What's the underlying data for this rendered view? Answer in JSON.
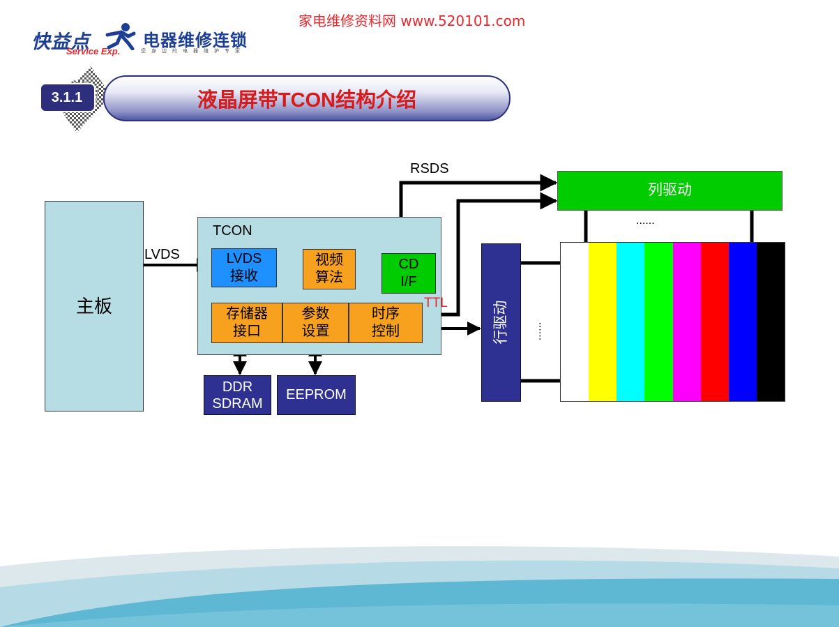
{
  "header": {
    "watermark": "家电维修资料网   www.520101.com",
    "logo_brand": "快益点",
    "logo_en": "Service Exp.",
    "logo_cn": "电器维修连锁",
    "logo_slogan": "您身边的电器维护专家"
  },
  "section": {
    "number": "3.1.1",
    "title": "液晶屏带TCON结构介绍"
  },
  "diagram": {
    "mainboard": "主板",
    "lvds_signal": "LVDS",
    "tcon_label": "TCON",
    "lvds_rx": [
      "LVDS",
      "接收"
    ],
    "video_algo": [
      "视频",
      "算法"
    ],
    "cd_if": [
      "CD",
      "I/F"
    ],
    "storage_if": [
      "存储器",
      "接口"
    ],
    "param_set": [
      "参数",
      "设置"
    ],
    "timing_ctrl": [
      "时序",
      "控制"
    ],
    "ttl_label": "TTL",
    "rsds_label": "RSDS",
    "column_driver": "列驱动",
    "row_driver": "行驱动",
    "ellipsis_h": "......",
    "ellipsis_v": "......",
    "ddr": [
      "DDR",
      "SDRAM"
    ],
    "eeprom": "EEPROM",
    "color_bars": [
      "#ffffff",
      "#ffff00",
      "#00ffff",
      "#00ff00",
      "#ff00ff",
      "#ff0000",
      "#0000ff",
      "#000000"
    ]
  },
  "colors": {
    "tcon_fill": "#b5dde3",
    "mainboard_fill": "#b5dde3",
    "lvds_rx_fill": "#1e90ff",
    "orange_fill": "#f8a11e",
    "green_fill": "#00cc00",
    "navy_fill": "#2e3192",
    "title_text": "#d51b1b",
    "watermark": "#e8282e"
  }
}
